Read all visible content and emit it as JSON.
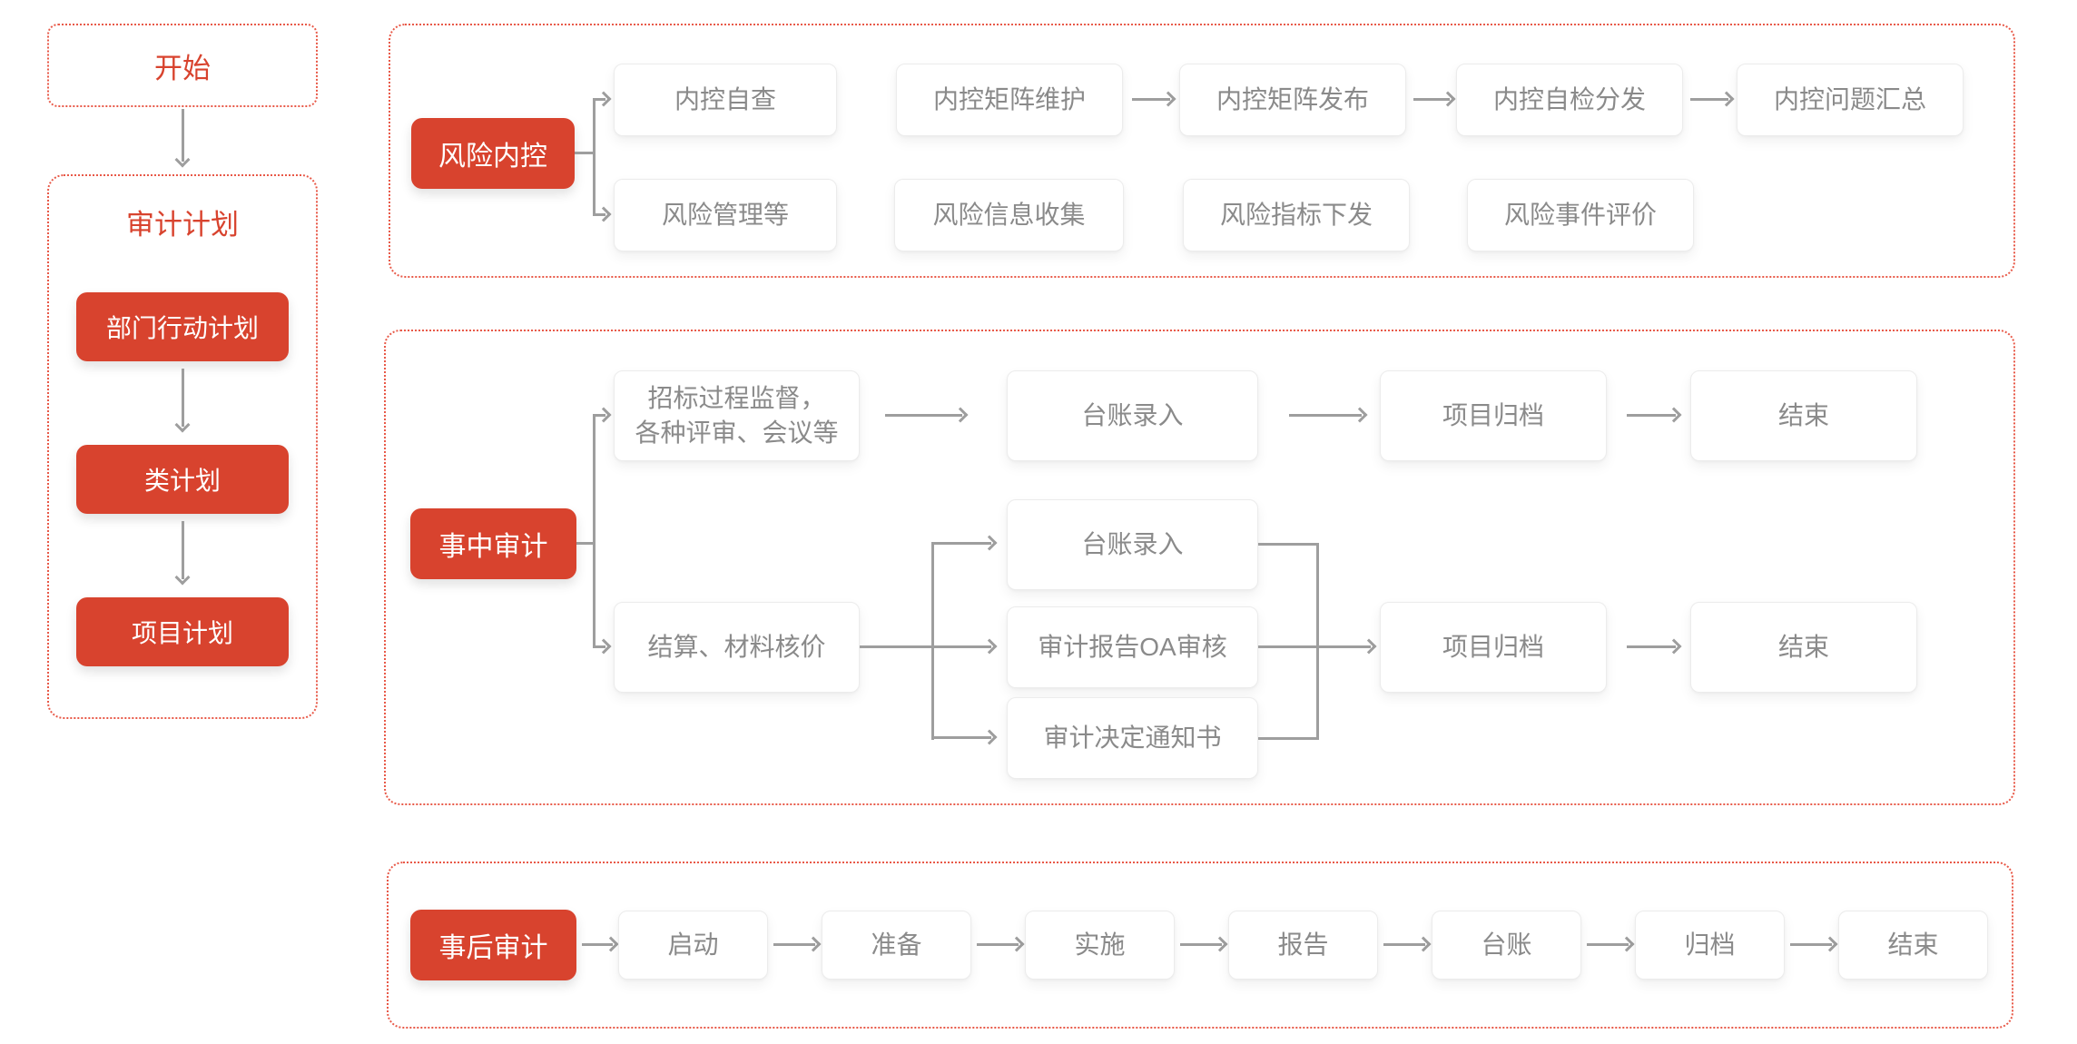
{
  "palette": {
    "node_red": "#d8432e",
    "dotted_border_red": "#e85948",
    "gray_text": "#8a8a8a",
    "line_gray": "#9e9e9e"
  },
  "left_column": {
    "start_label": "开始",
    "plan": {
      "title": "审计计划",
      "items": [
        "部门行动计划",
        "类计划",
        "项目计划"
      ]
    }
  },
  "risk_section": {
    "label": "风险内控",
    "row1": [
      "内控自查",
      "内控矩阵维护",
      "内控矩阵发布",
      "内控自检分发",
      "内控问题汇总"
    ],
    "row2": [
      "风险管理等",
      "风险信息收集",
      "风险指标下发",
      "风险事件评价"
    ]
  },
  "inprocess_section": {
    "label": "事中审计",
    "bidding_node": {
      "line1": "招标过程监督，",
      "line2": "各种评审、会议等"
    },
    "bidding_flow": [
      "台账录入",
      "项目归档",
      "结束"
    ],
    "settlement_node": "结算、材料核价",
    "settlement_targets": [
      "台账录入",
      "审计报告OA审核",
      "审计决定通知书"
    ],
    "settlement_flow": [
      "项目归档",
      "结束"
    ]
  },
  "post_section": {
    "label": "事后审计",
    "steps": [
      "启动",
      "准备",
      "实施",
      "报告",
      "台账",
      "归档",
      "结束"
    ]
  }
}
